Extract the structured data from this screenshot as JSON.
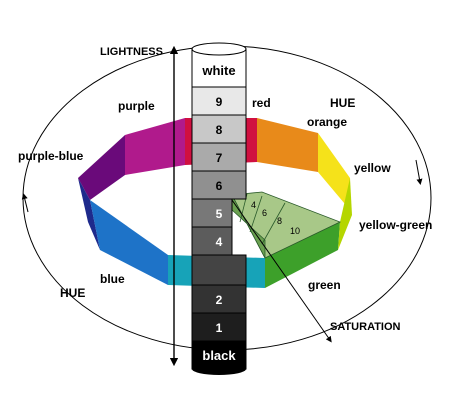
{
  "axis_labels": {
    "lightness": "LIGHTNESS",
    "hue_top": "HUE",
    "hue_left": "HUE",
    "saturation": "SATURATION"
  },
  "hue_labels": {
    "red": "red",
    "orange": "orange",
    "yellow": "yellow",
    "yellow_green": "yellow-green",
    "green": "green",
    "blue": "blue",
    "purple_blue": "purple-blue",
    "purple": "purple"
  },
  "column_labels": {
    "top": "white",
    "bottom": "black",
    "steps": [
      "9",
      "8",
      "7",
      "6",
      "5",
      "4",
      "2",
      "1"
    ]
  },
  "saturation_steps": [
    "4",
    "6",
    "8",
    "10"
  ],
  "colors": {
    "red": "#c8102e",
    "orange": "#f08a00",
    "yellow": "#f5e600",
    "yellow_green": "#b5d600",
    "green": "#3da02a",
    "blue_green": "#17a3b8",
    "blue": "#1e73c8",
    "purple_blue": "#1e2a8c",
    "purple": "#8b0a6e",
    "red_purple": "#c8106e"
  }
}
